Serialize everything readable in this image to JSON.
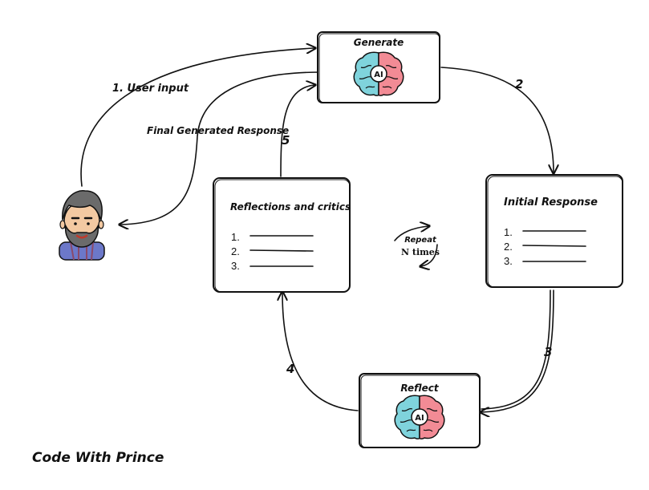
{
  "nodes": {
    "generate": {
      "title": "Generate",
      "icon": "ai-brain-icon"
    },
    "initial_response": {
      "title": "Initial Response",
      "items": [
        "1.",
        "2.",
        "3."
      ]
    },
    "reflect": {
      "title": "Reflect",
      "icon": "ai-brain-icon"
    },
    "reflections": {
      "title": "Reflections and critics",
      "items": [
        "1.",
        "2.",
        "3."
      ]
    },
    "user": {
      "icon": "bearded-man-avatar-icon"
    }
  },
  "icon_text": "AI",
  "edges": {
    "user_input": "1. User input",
    "final_response": "Final Generated Response",
    "step2": "2",
    "step3": "3",
    "step4": "4",
    "step5": "5"
  },
  "loop": {
    "line1": "Repeat",
    "line2": "N times"
  },
  "footer": {
    "brand": "Code With Prince"
  },
  "colors": {
    "brain_left": "#7fd3dc",
    "brain_right": "#f28b95",
    "stroke": "#111111",
    "shirt": "#6c78c9",
    "hair": "#6b6b6b",
    "skin": "#f3c9a2"
  }
}
